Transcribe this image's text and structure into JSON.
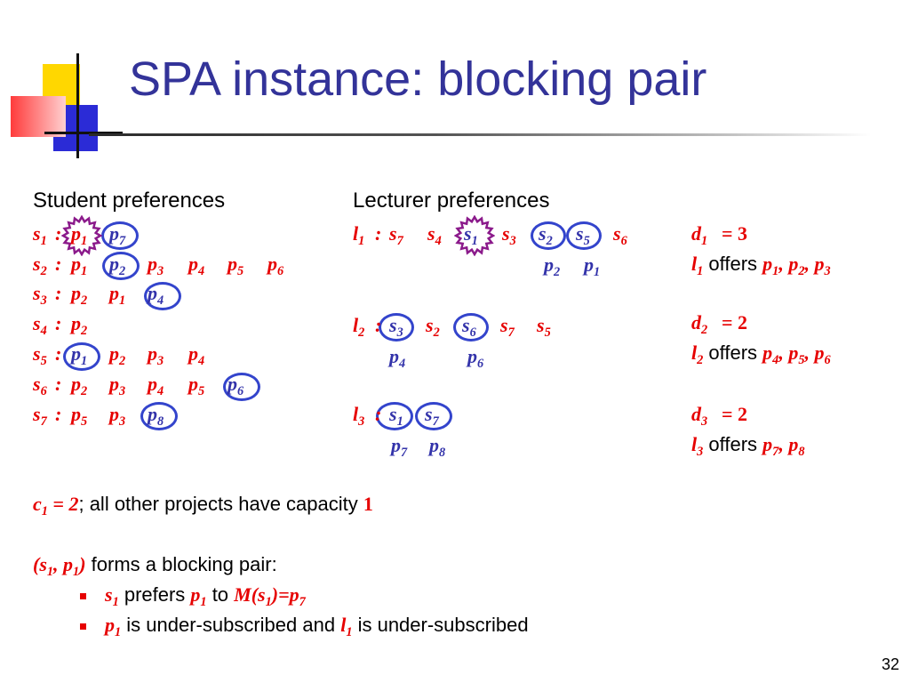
{
  "title": "SPA instance: blocking pair",
  "student_heading": "Student preferences",
  "lecturer_heading": "Lecturer preferences",
  "colon": ":",
  "students": [
    {
      "name": "s",
      "sub": "1",
      "prefs": [
        {
          "p": "p",
          "sub": "1"
        },
        {
          "p": "p",
          "sub": "7"
        }
      ]
    },
    {
      "name": "s",
      "sub": "2",
      "prefs": [
        {
          "p": "p",
          "sub": "1"
        },
        {
          "p": "p",
          "sub": "2"
        },
        {
          "p": "p",
          "sub": "3"
        },
        {
          "p": "p",
          "sub": "4"
        },
        {
          "p": "p",
          "sub": "5"
        },
        {
          "p": "p",
          "sub": "6"
        }
      ]
    },
    {
      "name": "s",
      "sub": "3",
      "prefs": [
        {
          "p": "p",
          "sub": "2"
        },
        {
          "p": "p",
          "sub": "1"
        },
        {
          "p": "p",
          "sub": "4"
        }
      ]
    },
    {
      "name": "s",
      "sub": "4",
      "prefs": [
        {
          "p": "p",
          "sub": "2"
        }
      ]
    },
    {
      "name": "s",
      "sub": "5",
      "prefs": [
        {
          "p": "p",
          "sub": "1"
        },
        {
          "p": "p",
          "sub": "2"
        },
        {
          "p": "p",
          "sub": "3"
        },
        {
          "p": "p",
          "sub": "4"
        }
      ]
    },
    {
      "name": "s",
      "sub": "6",
      "prefs": [
        {
          "p": "p",
          "sub": "2"
        },
        {
          "p": "p",
          "sub": "3"
        },
        {
          "p": "p",
          "sub": "4"
        },
        {
          "p": "p",
          "sub": "5"
        },
        {
          "p": "p",
          "sub": "6"
        }
      ]
    },
    {
      "name": "s",
      "sub": "7",
      "prefs": [
        {
          "p": "p",
          "sub": "5"
        },
        {
          "p": "p",
          "sub": "3"
        },
        {
          "p": "p",
          "sub": "8"
        }
      ]
    }
  ],
  "lecturers": [
    {
      "name": "l",
      "sub": "1",
      "prefs": [
        {
          "s": "s",
          "sub": "7"
        },
        {
          "s": "s",
          "sub": "4"
        },
        {
          "s": "s",
          "sub": "1"
        },
        {
          "s": "s",
          "sub": "3"
        },
        {
          "s": "s",
          "sub": "2"
        },
        {
          "s": "s",
          "sub": "5"
        },
        {
          "s": "s",
          "sub": "6"
        }
      ],
      "assigned": [
        {
          "p": "p",
          "sub": "2"
        },
        {
          "p": "p",
          "sub": "1"
        }
      ]
    },
    {
      "name": "l",
      "sub": "2",
      "prefs": [
        {
          "s": "s",
          "sub": "3"
        },
        {
          "s": "s",
          "sub": "2"
        },
        {
          "s": "s",
          "sub": "6"
        },
        {
          "s": "s",
          "sub": "7"
        },
        {
          "s": "s",
          "sub": "5"
        }
      ],
      "assigned": [
        {
          "p": "p",
          "sub": "4"
        },
        {
          "p": "p",
          "sub": "6"
        }
      ]
    },
    {
      "name": "l",
      "sub": "3",
      "prefs": [
        {
          "s": "s",
          "sub": "1"
        },
        {
          "s": "s",
          "sub": "7"
        }
      ],
      "assigned": [
        {
          "p": "p",
          "sub": "7"
        },
        {
          "p": "p",
          "sub": "8"
        }
      ]
    }
  ],
  "capacities": [
    {
      "d": "d",
      "sub": "1",
      "eq": "= 3",
      "l": "l",
      "lsub": "1",
      "offers": "offers",
      "projects": [
        {
          "p": "p",
          "sub": "1"
        },
        {
          "p": "p",
          "sub": "2"
        },
        {
          "p": "p",
          "sub": "3"
        }
      ]
    },
    {
      "d": "d",
      "sub": "2",
      "eq": "= 2",
      "l": "l",
      "lsub": "2",
      "offers": "offers",
      "projects": [
        {
          "p": "p",
          "sub": "4"
        },
        {
          "p": "p",
          "sub": "5"
        },
        {
          "p": "p",
          "sub": "6"
        }
      ]
    },
    {
      "d": "d",
      "sub": "3",
      "eq": "= 2",
      "l": "l",
      "lsub": "3",
      "offers": "offers",
      "projects": [
        {
          "p": "p",
          "sub": "7"
        },
        {
          "p": "p",
          "sub": "8"
        }
      ]
    }
  ],
  "capacity_line": {
    "c": "c",
    "sub": "1",
    "eq": " = 2",
    "text": "; all other projects have capacity ",
    "one": "1"
  },
  "blocking": {
    "open": "(",
    "s": "s",
    "ssub": "1",
    "comma": ", ",
    "p": "p",
    "psub": "1",
    "close": ")",
    "text": " forms a blocking pair:"
  },
  "bullets": [
    {
      "s": "s",
      "ssub": "1",
      "t1": " prefers ",
      "p": "p",
      "psub": "1",
      "t2": " to ",
      "m": "M(s",
      "msub": "1",
      "m2": ")=p",
      "msub2": "7"
    },
    {
      "p": "p",
      "psub": "1",
      "t1": " is under-subscribed and ",
      "l": "l",
      "lsub": "1",
      "t2": " is under-subscribed"
    }
  ],
  "page_number": "32",
  "colors": {
    "title": "#333399",
    "math_red": "#e60000",
    "math_blue": "#3333aa",
    "ring": "#3344cc",
    "star": "#8b1a8b"
  }
}
